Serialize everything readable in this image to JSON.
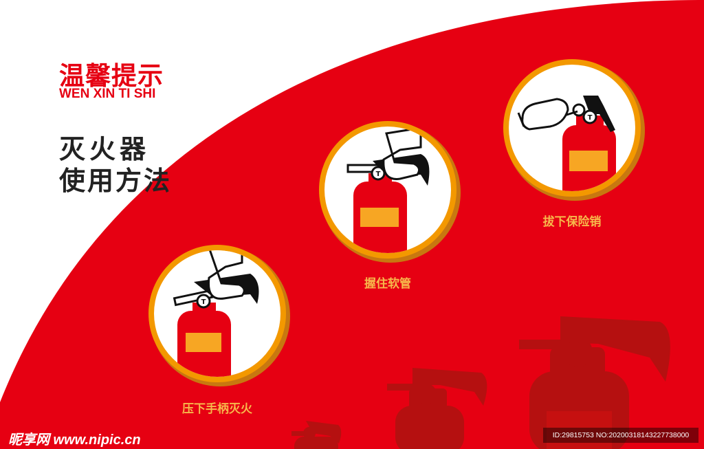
{
  "header": {
    "title_cn": "温馨提示",
    "title_en": "WEN XIN TI SHI"
  },
  "heading": {
    "line1": "灭火器",
    "line2": "使用方法"
  },
  "steps": [
    {
      "label": "拔下保险销",
      "icon": "pull-pin-icon"
    },
    {
      "label": "握住软管",
      "icon": "grip-hose-icon"
    },
    {
      "label": "压下手柄灭火",
      "icon": "press-handle-icon"
    }
  ],
  "watermark": {
    "left": "昵享网 www.nipic.cn",
    "right": "ID:29815753 NO:20200318143227738000"
  },
  "colors": {
    "primary_red": "#e60012",
    "ring_orange": "#f39800",
    "label_yellow": "#f7b84b",
    "silhouette": "#b31010"
  }
}
